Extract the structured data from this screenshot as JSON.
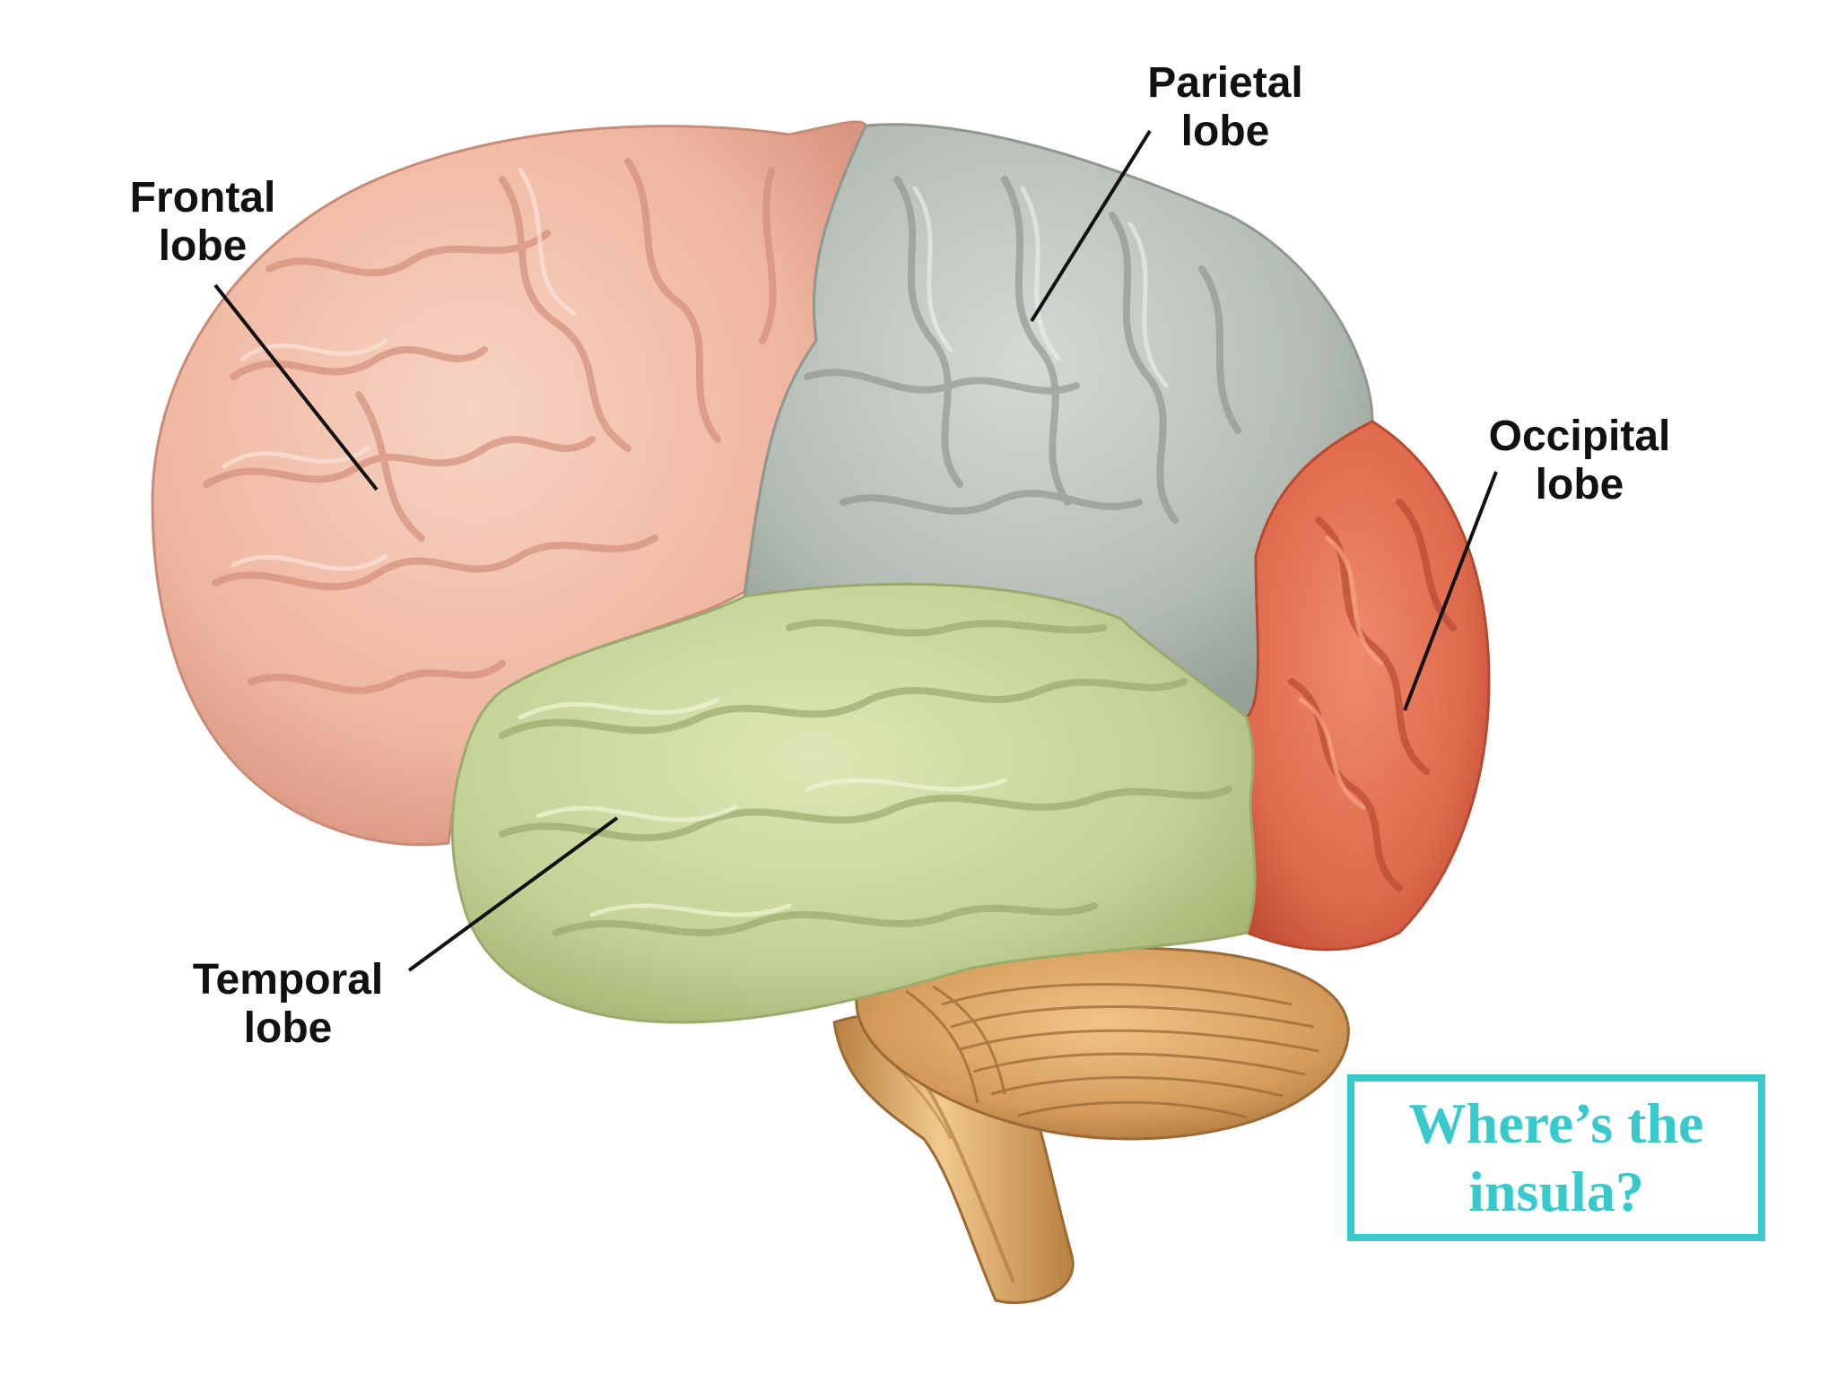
{
  "labels": {
    "frontal": {
      "line1": "Frontal",
      "line2": "lobe"
    },
    "parietal": {
      "line1": "Parietal",
      "line2": "lobe"
    },
    "occipital": {
      "line1": "Occipital",
      "line2": "lobe"
    },
    "temporal": {
      "line1": "Temporal",
      "line2": "lobe"
    }
  },
  "callout": {
    "line1": "Where’s the",
    "line2": "insula?"
  },
  "colors": {
    "frontal": "#f0b9a4",
    "parietal": "#b6bfb7",
    "occipital": "#e26a4e",
    "temporal": "#c3d296",
    "cerebellum": "#d59c5c",
    "brainstem": "#d9a463",
    "accent": "#38c9cc"
  }
}
